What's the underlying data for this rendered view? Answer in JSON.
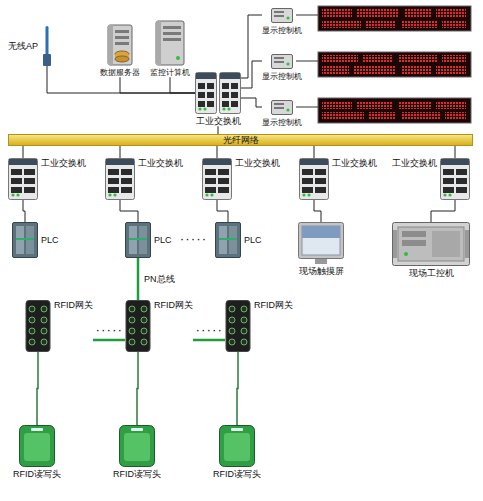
{
  "diagram": {
    "nodes": [
      {
        "text": [
          "无线AP"
        ]
      },
      {
        "text": [
          "数据服务器"
        ]
      },
      {
        "text": [
          "监控计算机"
        ]
      },
      {
        "text": [
          "显示控制机"
        ]
      },
      {
        "text": [
          "显示控制机"
        ]
      },
      {
        "text": [
          "显示控制机"
        ]
      },
      {
        "text": [
          "工业交换机"
        ]
      },
      {
        "text": [
          "光纤网络"
        ]
      },
      {
        "text": [
          "工业交换机"
        ]
      },
      {
        "text": [
          "工业交换机"
        ]
      },
      {
        "text": [
          "工业交换机"
        ]
      },
      {
        "text": [
          "工业交换机"
        ]
      },
      {
        "text": [
          "工业交换机"
        ]
      },
      {
        "text": [
          "PLC"
        ]
      },
      {
        "text": [
          "PLC"
        ]
      },
      {
        "text": [
          "PLC"
        ]
      },
      {
        "text": [
          "现场触摸屏"
        ]
      },
      {
        "text": [
          "现场工控机"
        ]
      },
      {
        "text": [
          "RFID网关"
        ]
      },
      {
        "text": [
          "RFID网关"
        ]
      },
      {
        "text": [
          "RFID网关"
        ]
      },
      {
        "text": [
          "RFID读写头"
        ]
      },
      {
        "text": [
          "RFID读写头"
        ]
      },
      {
        "text": [
          "RFID读写头"
        ]
      }
    ],
    "edges": [
      {
        "from": 0,
        "to": 6,
        "arrow": "none"
      },
      {
        "from": 1,
        "to": 6,
        "arrow": "none"
      },
      {
        "from": 2,
        "to": 6,
        "arrow": "none"
      },
      {
        "from": 6,
        "to": 3,
        "arrow": "none"
      },
      {
        "from": 6,
        "to": 4,
        "arrow": "none"
      },
      {
        "from": 6,
        "to": 5,
        "arrow": "none"
      },
      {
        "from": 6,
        "to": 7,
        "arrow": "none"
      },
      {
        "from": 7,
        "to": 8,
        "arrow": "none"
      },
      {
        "from": 7,
        "to": 9,
        "arrow": "none"
      },
      {
        "from": 7,
        "to": 10,
        "arrow": "none"
      },
      {
        "from": 7,
        "to": 11,
        "arrow": "none"
      },
      {
        "from": 7,
        "to": 12,
        "arrow": "none"
      },
      {
        "from": 8,
        "to": 13,
        "arrow": "none"
      },
      {
        "from": 9,
        "to": 14,
        "arrow": "none"
      },
      {
        "from": 10,
        "to": 15,
        "arrow": "none"
      },
      {
        "from": 11,
        "to": 16,
        "arrow": "none"
      },
      {
        "from": 12,
        "to": 17,
        "arrow": "none"
      },
      {
        "from": 14,
        "to": 19,
        "label": "PN总线",
        "arrow": "none"
      },
      {
        "from": 18,
        "to": 19,
        "arrow": "none"
      },
      {
        "from": 19,
        "to": 20,
        "arrow": "none"
      },
      {
        "from": 18,
        "to": 21,
        "arrow": "none"
      },
      {
        "from": 19,
        "to": 22,
        "arrow": "none"
      },
      {
        "from": 20,
        "to": 23,
        "arrow": "none"
      }
    ],
    "labels": [
      "· · · · ·",
      "· · · · ·",
      "· · · · ·"
    ]
  }
}
